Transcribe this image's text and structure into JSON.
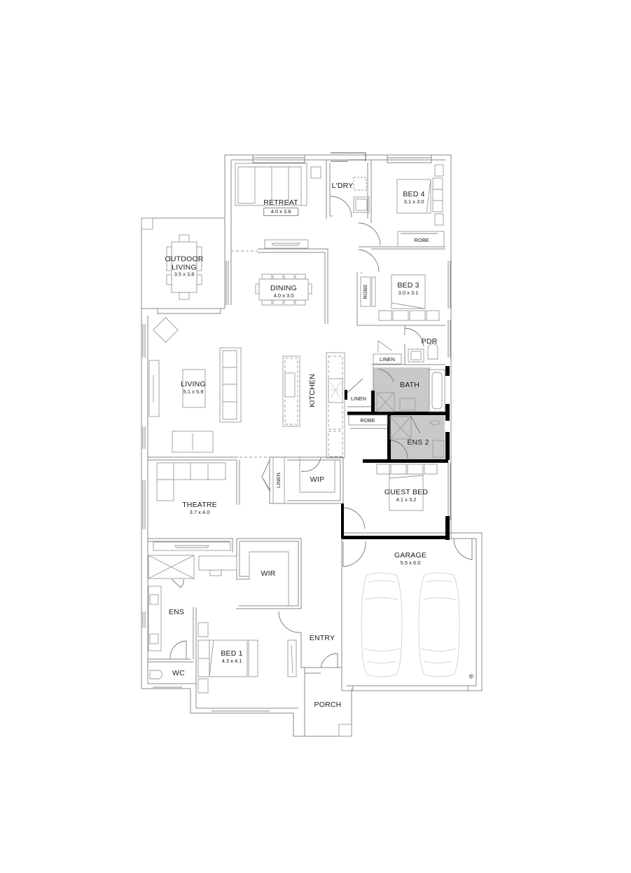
{
  "plan": {
    "rooms": {
      "retreat": {
        "name": "RETREAT",
        "dim": "4.0 x 3.8"
      },
      "laundry": {
        "name": "L'DRY"
      },
      "bed4": {
        "name": "BED 4",
        "dim": "3.1 x 3.0"
      },
      "bed4_robe": {
        "name": "ROBE"
      },
      "outdoor_living": {
        "name_line1": "OUTDOOR",
        "name_line2": "LIVING",
        "dim": "3.5 x 3.8"
      },
      "dining": {
        "name": "DINING",
        "dim": "4.0 x 3.0"
      },
      "bed3": {
        "name": "BED 3",
        "dim": "3.0 x 3.1"
      },
      "bed3_robe": {
        "name": "ROBE"
      },
      "pdr": {
        "name": "PDR"
      },
      "linen_pdr": {
        "name": "LINEN"
      },
      "living": {
        "name": "LIVING",
        "dim": "5.1 x 5.9"
      },
      "kitchen": {
        "name": "KITCHEN"
      },
      "linen_kitchen": {
        "name": "LINEN"
      },
      "bath": {
        "name": "BATH"
      },
      "guest_robe": {
        "name": "ROBE"
      },
      "ens2": {
        "name": "ENS 2"
      },
      "theatre": {
        "name": "THEATRE",
        "dim": "3.7 x 4.0"
      },
      "linen_hall": {
        "name": "LINEN"
      },
      "wip": {
        "name": "WIP"
      },
      "guest_bed": {
        "name": "GUEST BED",
        "dim": "4.1 x 3.2"
      },
      "wir": {
        "name": "WIR"
      },
      "garage": {
        "name": "GARAGE",
        "dim": "5.5 x 6.0"
      },
      "ens": {
        "name": "ENS"
      },
      "bed1": {
        "name": "BED 1",
        "dim": "4.3 x 4.1"
      },
      "entry": {
        "name": "ENTRY"
      },
      "wc": {
        "name": "WC"
      },
      "porch": {
        "name": "PORCH"
      }
    },
    "copyright_symbol": "©",
    "colors": {
      "walls": "#8a8a8a",
      "structural": "#000000",
      "wet_area": "#c9c9c9"
    }
  }
}
